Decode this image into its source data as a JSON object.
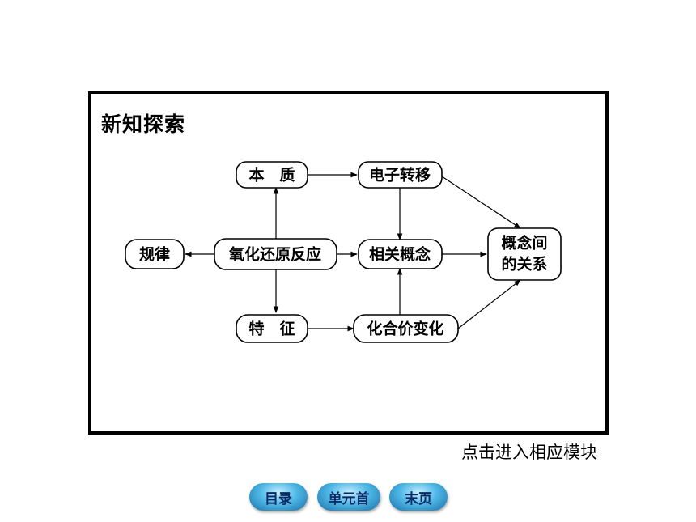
{
  "panel": {
    "title": "新知探索"
  },
  "nodes": {
    "benzhi": "本　质",
    "dianzi": "电子转移",
    "guilv": "规律",
    "yanghua": "氧化还原反应",
    "xiangguan": "相关概念",
    "gainian_line1": "概念间",
    "gainian_line2": "的关系",
    "tezheng": "特　征",
    "huahe": "化合价变化"
  },
  "hint": "点击进入相应模块",
  "nav": {
    "contents": "目录",
    "unit_home": "单元首",
    "last_page": "末页"
  }
}
